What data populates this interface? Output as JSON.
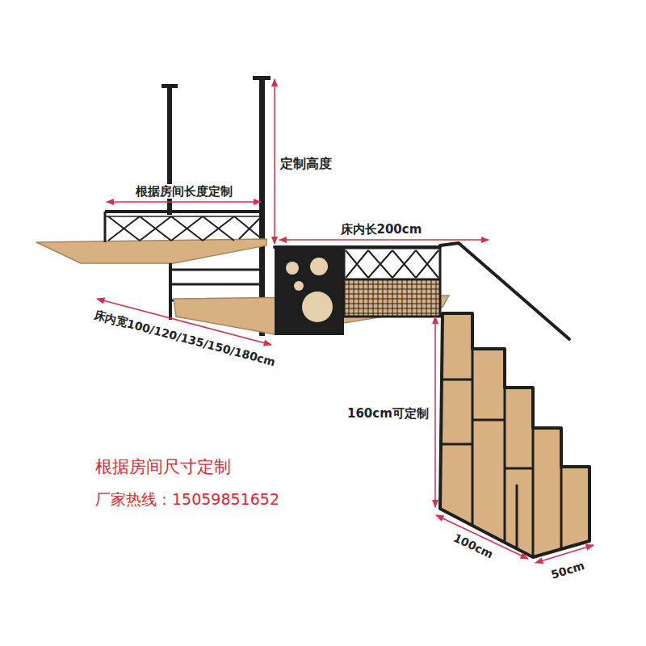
{
  "diagram": {
    "labels": [
      "定制高度",
      "根据房间长度定制",
      "床内长200cm",
      "床内宽100/120/135/150/180cm",
      "160cm可定制",
      "100cm",
      "50cm",
      "根据房间尺寸定制",
      "厂家热线：15059851652"
    ]
  }
}
